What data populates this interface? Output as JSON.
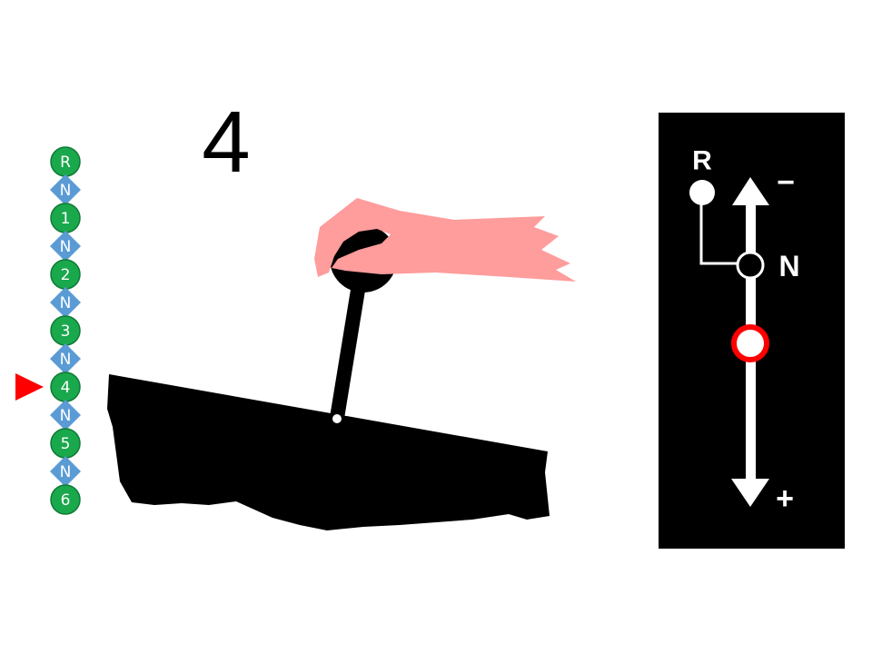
{
  "current_gear": "4",
  "gear_list": [
    "R",
    "N",
    "1",
    "N",
    "2",
    "N",
    "3",
    "N",
    "4",
    "N",
    "5",
    "N",
    "6"
  ],
  "selected_index": 8,
  "colors": {
    "gear": "#1aa84c",
    "gear_border": "#0f7a35",
    "neutral": "#5b9bd5",
    "pointer": "#ff0000",
    "hand": "#ff9c9c",
    "panel": "#000000"
  },
  "panel": {
    "reverse_label": "R",
    "neutral_label": "N",
    "minus_label": "−",
    "plus_label": "+"
  }
}
